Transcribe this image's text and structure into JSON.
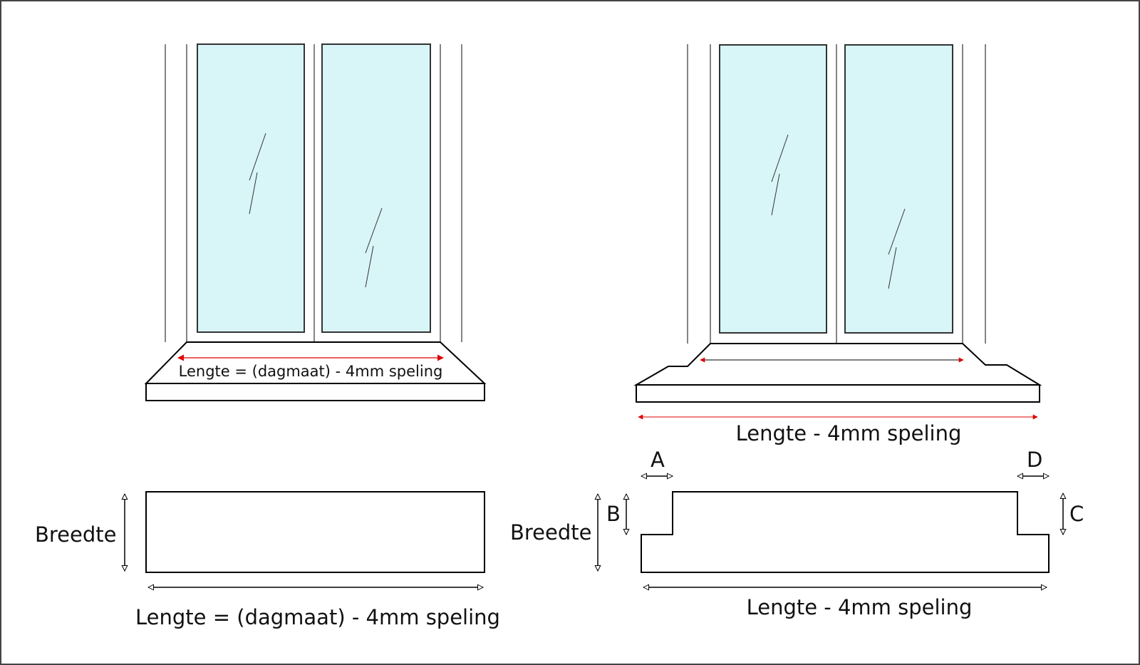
{
  "colors": {
    "glass": "#d8f5f7",
    "frame": "#333333",
    "arrow_red": "#e00000",
    "line": "#000000",
    "border": "#444444"
  },
  "left_window": {
    "inner_label": "Lengte = (dagmaat) - 4mm speling"
  },
  "right_window": {
    "length_label": "Lengte - 4mm speling"
  },
  "left_plan": {
    "width_label": "Breedte",
    "length_label": "Lengte = (dagmaat) - 4mm speling"
  },
  "right_plan": {
    "width_label": "Breedte",
    "length_label": "Lengte - 4mm speling",
    "label_a": "A",
    "label_b": "B",
    "label_c": "C",
    "label_d": "D"
  }
}
